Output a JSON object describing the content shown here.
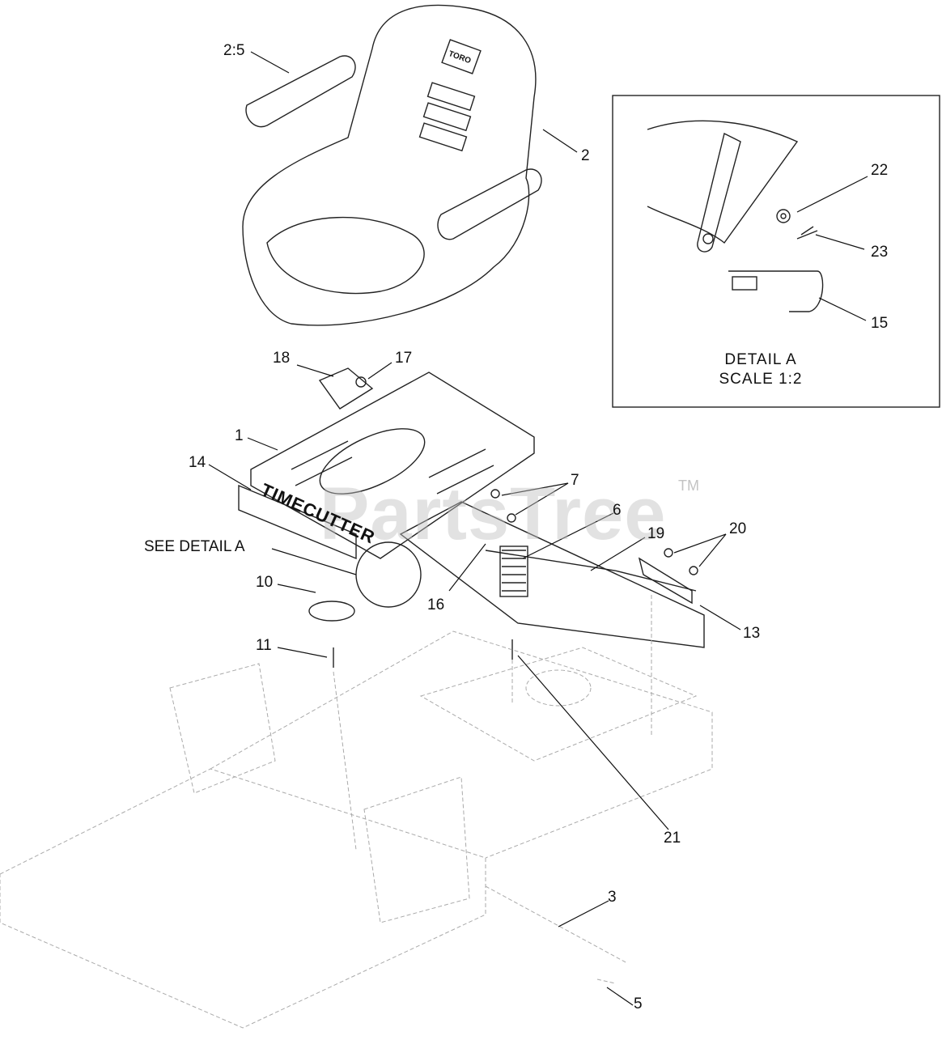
{
  "callouts": {
    "c2_5": "2:5",
    "c2": "2",
    "c22": "22",
    "c23": "23",
    "c15": "15",
    "c18": "18",
    "c17": "17",
    "c1": "1",
    "c14": "14",
    "c7": "7",
    "c6": "6",
    "c19": "19",
    "c20": "20",
    "see_detail": "SEE DETAIL  A",
    "c10": "10",
    "c16": "16",
    "c11": "11",
    "c13": "13",
    "c21": "21",
    "c3": "3",
    "c5": "5"
  },
  "detail": {
    "title": "DETAIL  A",
    "scale": "SCALE  1:2"
  },
  "decal": "TIMECUTTER",
  "seat_logo": "TORO",
  "watermark": {
    "text": "PartsTree",
    "tm": "TM"
  },
  "colors": {
    "line": "#222222",
    "phantom": "#aaaaaa",
    "watermark": "#bebebe"
  }
}
